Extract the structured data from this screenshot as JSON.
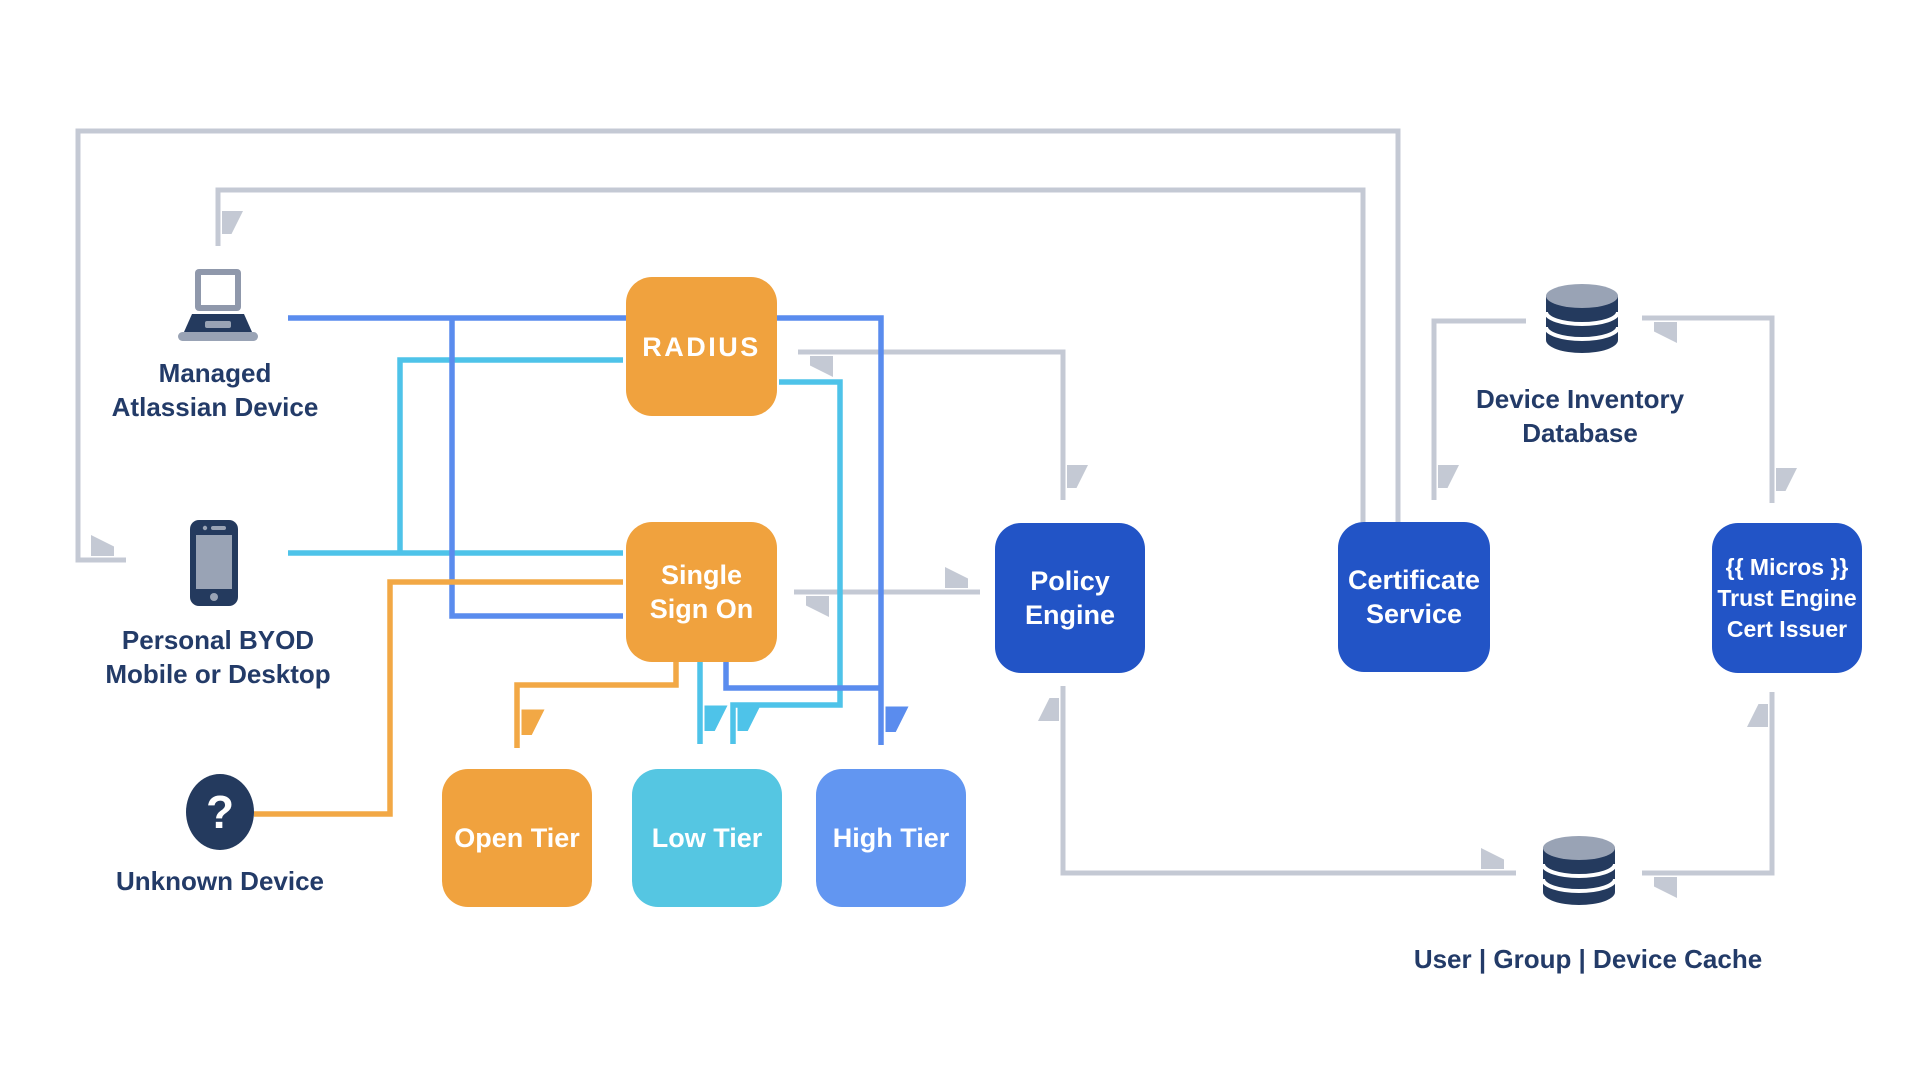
{
  "palette": {
    "box_orange": "#F0A23E",
    "box_cyan": "#55C6E2",
    "box_light_blue": "#6296F1",
    "box_royal_blue": "#2254C6",
    "line_blue": "#5A8CEE",
    "line_cyan": "#4EC3E9",
    "line_orange": "#F2A845",
    "line_gray": "#C4C9D4",
    "text_navy": "#233B68",
    "icon_navy": "#243A5E",
    "icon_gray": "#99A3B5",
    "text_white": "#FFFFFF"
  },
  "nodes": {
    "radius": {
      "label": "RADIUS"
    },
    "single_sign_on": {
      "line1": "Single",
      "line2": "Sign On"
    },
    "open_tier": {
      "label": "Open Tier"
    },
    "low_tier": {
      "label": "Low Tier"
    },
    "high_tier": {
      "label": "High Tier"
    },
    "policy_engine": {
      "line1": "Policy",
      "line2": "Engine"
    },
    "certificate_service": {
      "line1": "Certificate",
      "line2": "Service"
    },
    "trust_engine": {
      "line1": "{{ Micros }}",
      "line2": "Trust Engine",
      "line3": "Cert Issuer"
    }
  },
  "devices": {
    "managed": {
      "line1": "Managed",
      "line2": "Atlassian Device"
    },
    "byod": {
      "line1": "Personal BYOD",
      "line2": "Mobile or Desktop"
    },
    "unknown": {
      "label": "Unknown Device",
      "glyph": "?"
    }
  },
  "datastores": {
    "device_inventory": {
      "line1": "Device Inventory",
      "line2": "Database"
    },
    "user_cache": {
      "label": "User | Group | Device Cache"
    }
  },
  "edges": [
    {
      "from": "certificate-service",
      "to": "managed-atlassian-device",
      "color": "gray",
      "arrows": "end"
    },
    {
      "from": "certificate-service",
      "to": "personal-byod-device",
      "color": "gray",
      "arrows": "end"
    },
    {
      "from": "device-inventory-database",
      "to": "certificate-service",
      "color": "gray",
      "arrows": "end"
    },
    {
      "from": "radius",
      "to": "policy-engine",
      "color": "gray",
      "arrows": "both"
    },
    {
      "from": "single-sign-on",
      "to": "policy-engine",
      "color": "gray",
      "arrows": "both"
    },
    {
      "from": "policy-engine",
      "to": "user-group-device-cache",
      "color": "gray",
      "arrows": "both"
    },
    {
      "from": "user-group-device-cache",
      "to": "trust-engine-cert-issuer",
      "color": "gray",
      "arrows": "both"
    },
    {
      "from": "device-inventory-database",
      "to": "trust-engine-cert-issuer",
      "color": "gray",
      "arrows": "both"
    },
    {
      "from": "managed-atlassian-device",
      "to": "radius-and-high-tier",
      "color": "blue",
      "arrows": "end"
    },
    {
      "from": "managed-atlassian-device",
      "to": "single-sign-on",
      "color": "blue",
      "arrows": "none"
    },
    {
      "from": "single-sign-on",
      "to": "high-tier",
      "color": "blue",
      "arrows": "end"
    },
    {
      "from": "personal-byod-device",
      "to": "single-sign-on",
      "color": "cyan",
      "arrows": "none"
    },
    {
      "from": "personal-byod-device",
      "to": "radius",
      "color": "cyan",
      "arrows": "none"
    },
    {
      "from": "radius",
      "to": "low-tier",
      "color": "cyan",
      "arrows": "end"
    },
    {
      "from": "single-sign-on",
      "to": "low-tier",
      "color": "cyan",
      "arrows": "end"
    },
    {
      "from": "unknown-device",
      "to": "single-sign-on",
      "color": "orange",
      "arrows": "none"
    },
    {
      "from": "single-sign-on",
      "to": "open-tier",
      "color": "orange",
      "arrows": "end"
    }
  ]
}
